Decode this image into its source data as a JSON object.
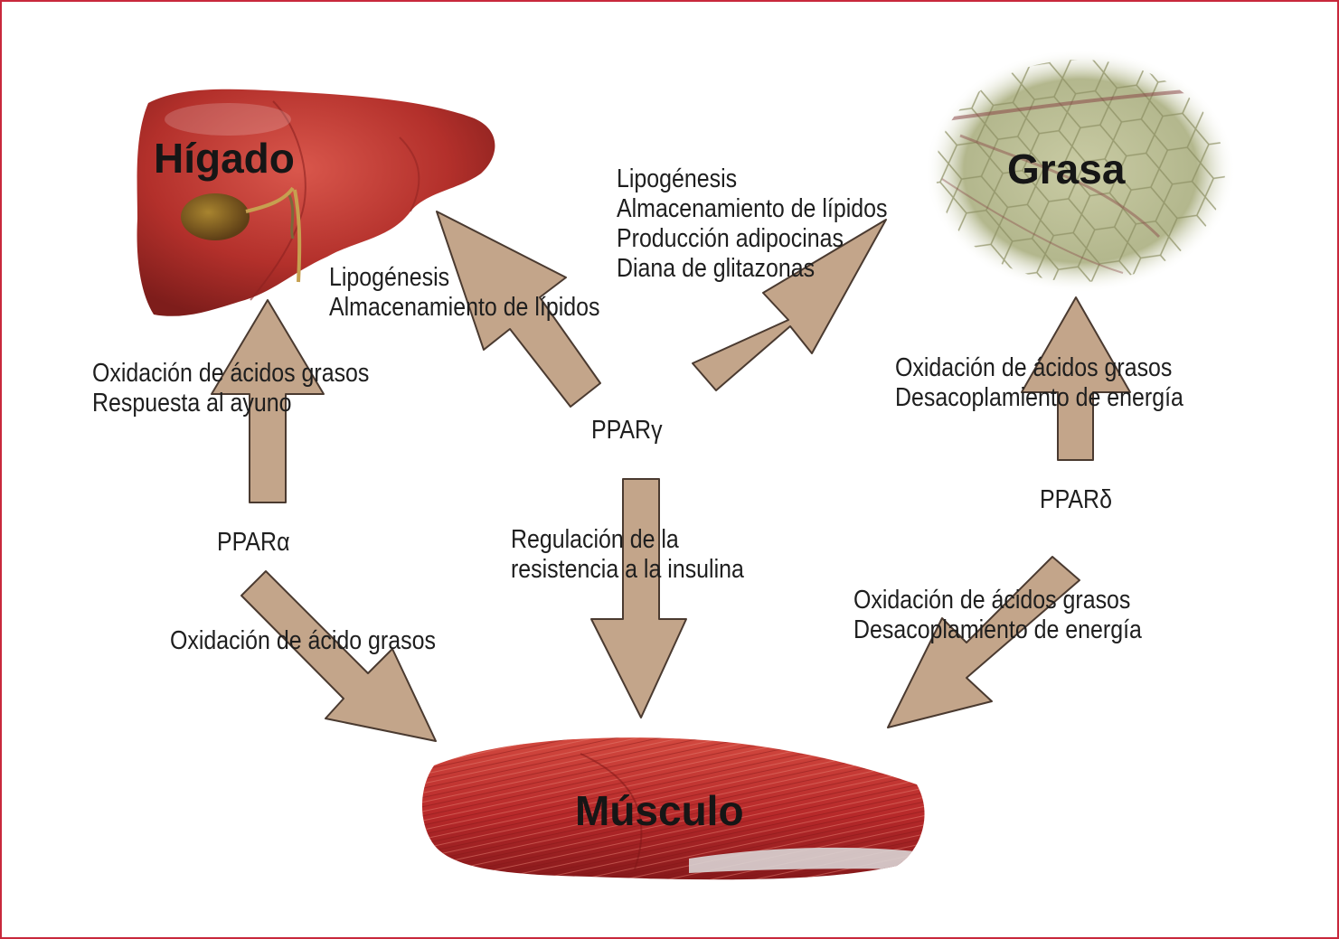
{
  "organs": {
    "liver": "Hígado",
    "fat": "Grasa",
    "muscle": "Músculo"
  },
  "receptors": {
    "alpha": "PPARα",
    "gamma": "PPARγ",
    "delta": "PPARδ"
  },
  "effects": {
    "gamma_liver": [
      "Lipogénesis",
      "Almacenamiento de lípidos"
    ],
    "gamma_fat": [
      "Lipogénesis",
      "Almacenamiento de lípidos",
      "Producción adipocinas",
      "Diana de glitazonas"
    ],
    "alpha_liver": [
      "Oxidación de ácidos grasos",
      "Respuesta al ayuno"
    ],
    "gamma_muscle": [
      "Regulación de la",
      "resistencia a la insulina"
    ],
    "delta_fat": [
      "Oxidación de ácidos grasos",
      "Desacoplamiento de energía"
    ],
    "alpha_muscle": [
      "Oxidación de ácido grasos"
    ],
    "delta_muscle": [
      "Oxidación de ácidos grasos",
      "Desacoplamiento de energía"
    ]
  },
  "colors": {
    "border": "#c8283c",
    "arrow_fill": "#c3a58a",
    "arrow_stroke": "#4a3a30",
    "liver": "#b3302b",
    "fat": "#b8bc94",
    "muscle": "#c0302c"
  }
}
